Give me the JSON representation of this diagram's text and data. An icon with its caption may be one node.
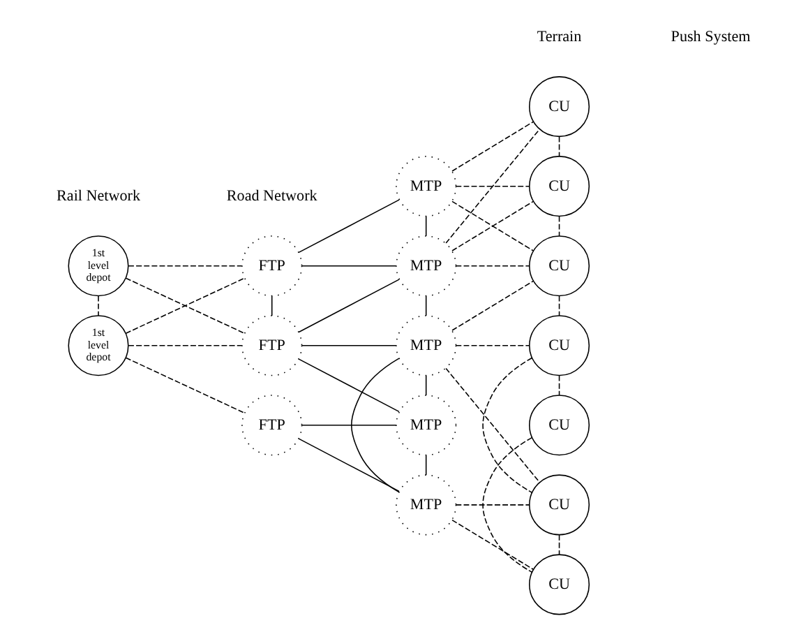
{
  "diagram": {
    "nodes": [
      {
        "text": [
          "1st level depot"
        ]
      },
      {
        "text": [
          "1st level depot"
        ]
      },
      {
        "text": [
          "FTP"
        ]
      },
      {
        "text": [
          "FTP"
        ]
      },
      {
        "text": [
          "FTP"
        ]
      },
      {
        "text": [
          "MTP"
        ]
      },
      {
        "text": [
          "MTP"
        ]
      },
      {
        "text": [
          "MTP"
        ]
      },
      {
        "text": [
          "MTP"
        ]
      },
      {
        "text": [
          "MTP"
        ]
      },
      {
        "text": [
          "CU"
        ]
      },
      {
        "text": [
          "CU"
        ]
      },
      {
        "text": [
          "CU"
        ]
      },
      {
        "text": [
          "CU"
        ]
      },
      {
        "text": [
          "CU"
        ]
      },
      {
        "text": [
          "CU"
        ]
      },
      {
        "text": [
          "CU"
        ]
      }
    ],
    "edges": [
      {
        "from": 0,
        "to": 2,
        "arrow": "none",
        "style": "dashed"
      },
      {
        "from": 0,
        "to": 3,
        "arrow": "none",
        "style": "dashed"
      },
      {
        "from": 0,
        "to": 1,
        "arrow": "none",
        "style": "dashed"
      },
      {
        "from": 1,
        "to": 3,
        "arrow": "none",
        "style": "dashed"
      },
      {
        "from": 1,
        "to": 2,
        "arrow": "none",
        "style": "dashed"
      },
      {
        "from": 1,
        "to": 4,
        "arrow": "none",
        "style": "dashed"
      },
      {
        "from": 2,
        "to": 5,
        "arrow": "none"
      },
      {
        "from": 2,
        "to": 6,
        "arrow": "none"
      },
      {
        "from": 2,
        "to": 3,
        "arrow": "none"
      },
      {
        "from": 3,
        "to": 6,
        "arrow": "none"
      },
      {
        "from": 3,
        "to": 7,
        "arrow": "none"
      },
      {
        "from": 3,
        "to": 8,
        "arrow": "none"
      },
      {
        "from": 4,
        "to": 8,
        "arrow": "none"
      },
      {
        "from": 4,
        "to": 9,
        "arrow": "none"
      },
      {
        "from": 5,
        "to": 6,
        "arrow": "none"
      },
      {
        "from": 6,
        "to": 7,
        "arrow": "none"
      },
      {
        "from": 7,
        "to": 8,
        "arrow": "none"
      },
      {
        "from": 7,
        "to": 9,
        "arrow": "none"
      },
      {
        "from": 8,
        "to": 9,
        "arrow": "none"
      },
      {
        "from": 5,
        "to": 10,
        "arrow": "none",
        "style": "dashed"
      },
      {
        "from": 5,
        "to": 11,
        "arrow": "none",
        "style": "dashed"
      },
      {
        "from": 5,
        "to": 12,
        "arrow": "none",
        "style": "dashed"
      },
      {
        "from": 6,
        "to": 10,
        "arrow": "none",
        "style": "dashed"
      },
      {
        "from": 6,
        "to": 11,
        "arrow": "none",
        "style": "dashed"
      },
      {
        "from": 6,
        "to": 12,
        "arrow": "none",
        "style": "dashed"
      },
      {
        "from": 7,
        "to": 12,
        "arrow": "none",
        "style": "dashed"
      },
      {
        "from": 7,
        "to": 13,
        "arrow": "none",
        "style": "dashed"
      },
      {
        "from": 7,
        "to": 14,
        "arrow": "none",
        "style": "dashed"
      },
      {
        "from": 9,
        "to": 14,
        "arrow": "none",
        "style": "dashed"
      },
      {
        "from": 9,
        "to": 16,
        "arrow": "none",
        "style": "dashed"
      },
      {
        "from": 10,
        "to": 11,
        "arrow": "none",
        "style": "dashed"
      },
      {
        "from": 11,
        "to": 12,
        "arrow": "none",
        "style": "dashed"
      },
      {
        "from": 12,
        "to": 13,
        "arrow": "none",
        "style": "dashed"
      },
      {
        "from": 13,
        "to": 14,
        "arrow": "none",
        "style": "dashed"
      },
      {
        "from": 13,
        "to": 15,
        "arrow": "none",
        "style": "dashed"
      },
      {
        "from": 14,
        "to": 16,
        "arrow": "none",
        "style": "dashed"
      },
      {
        "from": 15,
        "to": 16,
        "arrow": "none",
        "style": "dashed"
      }
    ],
    "labels": [
      "Rail Network",
      "Road Network",
      "Terrain",
      "Push System"
    ]
  }
}
